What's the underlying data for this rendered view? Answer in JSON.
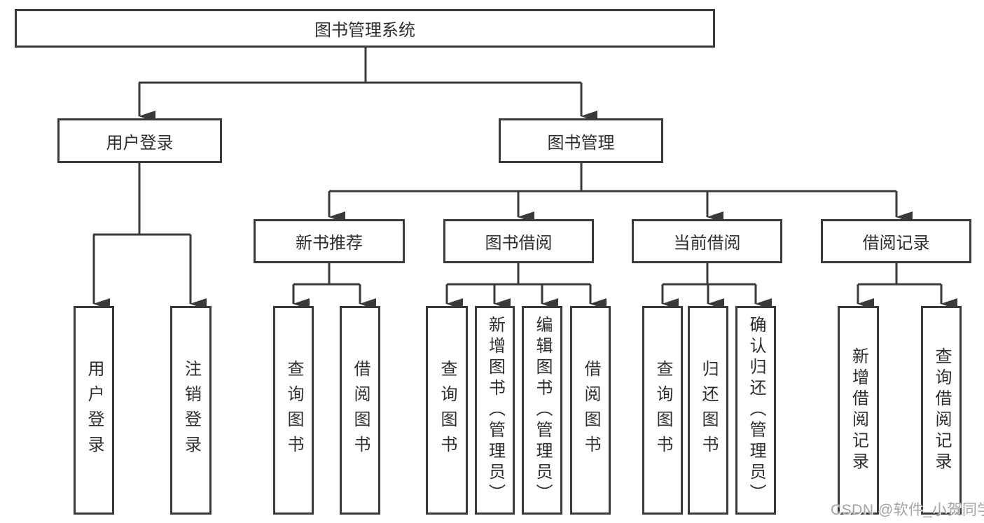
{
  "tree": {
    "root": {
      "label": "图书管理系统",
      "children": [
        {
          "label": "用户登录",
          "children": [
            {
              "label": "用户登录"
            },
            {
              "label": "注销登录"
            }
          ]
        },
        {
          "label": "图书管理",
          "children": [
            {
              "label": "新书推荐",
              "children": [
                {
                  "label": "查询图书"
                },
                {
                  "label": "借阅图书"
                }
              ]
            },
            {
              "label": "图书借阅",
              "children": [
                {
                  "label": "查询图书"
                },
                {
                  "label": "新增图书（管理员）"
                },
                {
                  "label": "编辑图书（管理员）"
                },
                {
                  "label": "借阅图书"
                }
              ]
            },
            {
              "label": "当前借阅",
              "children": [
                {
                  "label": "查询图书"
                },
                {
                  "label": "归还图书"
                },
                {
                  "label": "确认归还（管理员）"
                }
              ]
            },
            {
              "label": "借阅记录",
              "children": [
                {
                  "label": "新增借阅记录"
                },
                {
                  "label": "查询借阅记录"
                }
              ]
            }
          ]
        }
      ]
    }
  },
  "watermark": {
    "text": "CSDN @软件_小贺同学"
  },
  "colors": {
    "line": "#3a3a3a",
    "text": "#2e2e2e",
    "watermark": "#a3a3a3",
    "background": "#ffffff"
  }
}
